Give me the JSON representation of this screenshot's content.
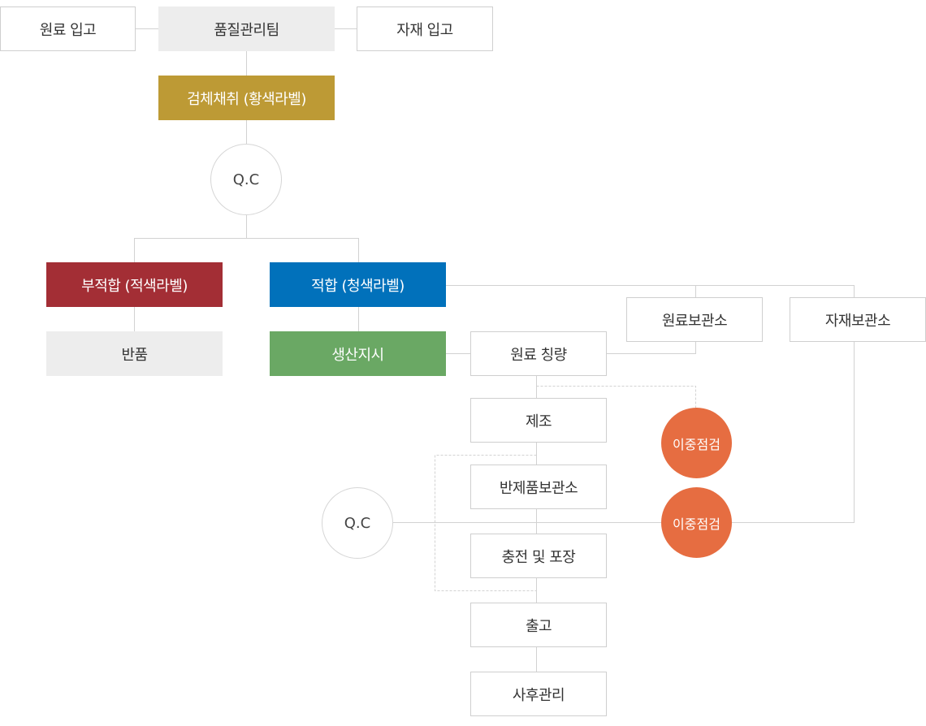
{
  "top": {
    "raw_receiving": "원료 입고",
    "qa_team": "품질관리팀",
    "material_receiving": "자재 입고"
  },
  "sampling": "검체채취 (황색라벨)",
  "qc_top": "Q.C",
  "nonconforming": "부적합 (적색라벨)",
  "conforming": "적합 (청색라벨)",
  "return": "반품",
  "production_order": "생산지시",
  "raw_storage": "원료보관소",
  "material_storage": "자재보관소",
  "flow": {
    "weighing": "원료 칭량",
    "manufacturing": "제조",
    "semi_storage": "반제품보관소",
    "filling_packing": "충전 및 포장",
    "shipping": "출고",
    "after_care": "사후관리"
  },
  "qc_bottom": "Q.C",
  "double_check_1": "이중점검",
  "double_check_2": "이중점검",
  "colors": {
    "gold": "#bd9a35",
    "red": "#a32e35",
    "blue": "#0171bb",
    "green": "#6aa864",
    "orange": "#e66d41",
    "grey": "#ededed"
  }
}
